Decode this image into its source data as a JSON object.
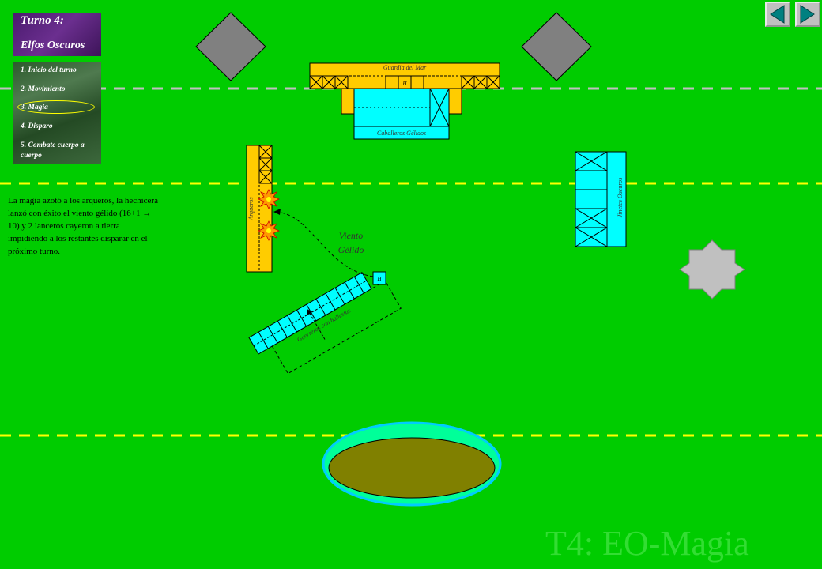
{
  "turn": {
    "title": "Turno 4:",
    "army": "Elfos Oscuros"
  },
  "phases": [
    "1. Inicio del turno",
    "2. Movimiento",
    "3. Magia",
    "4. Disparo",
    "5. Combate cuerpo a cuerpo"
  ],
  "active_phase": "3. Magia",
  "narrative": "La magia azotó a los arqueros, la hechicera lanzó con éxito el viento gélido (16+1 → 10) y 2 lanceros cayeron a tierra impidiendo a los restantes disparar en el próximo turno.",
  "units": {
    "guardia": "Guardia del Mar",
    "caballeros": "Caballeros Gélidos",
    "arqueros": "Arqueros",
    "jinetes": "Jinetes Oscuros",
    "guerreros": "Guerreros con ballestas",
    "hero_mark": "H"
  },
  "spell": {
    "line1": "Viento",
    "line2": "Gélido"
  },
  "watermark": "T4: EO-Magia",
  "colors": {
    "field": "#00cc00",
    "yellow_unit": "#ffcc00",
    "cyan_unit": "#00ffff",
    "terrain": "#808080",
    "lake": "#808000",
    "lake_border": "#00ccff",
    "dashed_yellow": "#ffff00",
    "dashed_gray": "#c0c0c0"
  },
  "nav": {
    "prev_icon": "triangle-left-icon",
    "next_icon": "triangle-right-icon"
  }
}
